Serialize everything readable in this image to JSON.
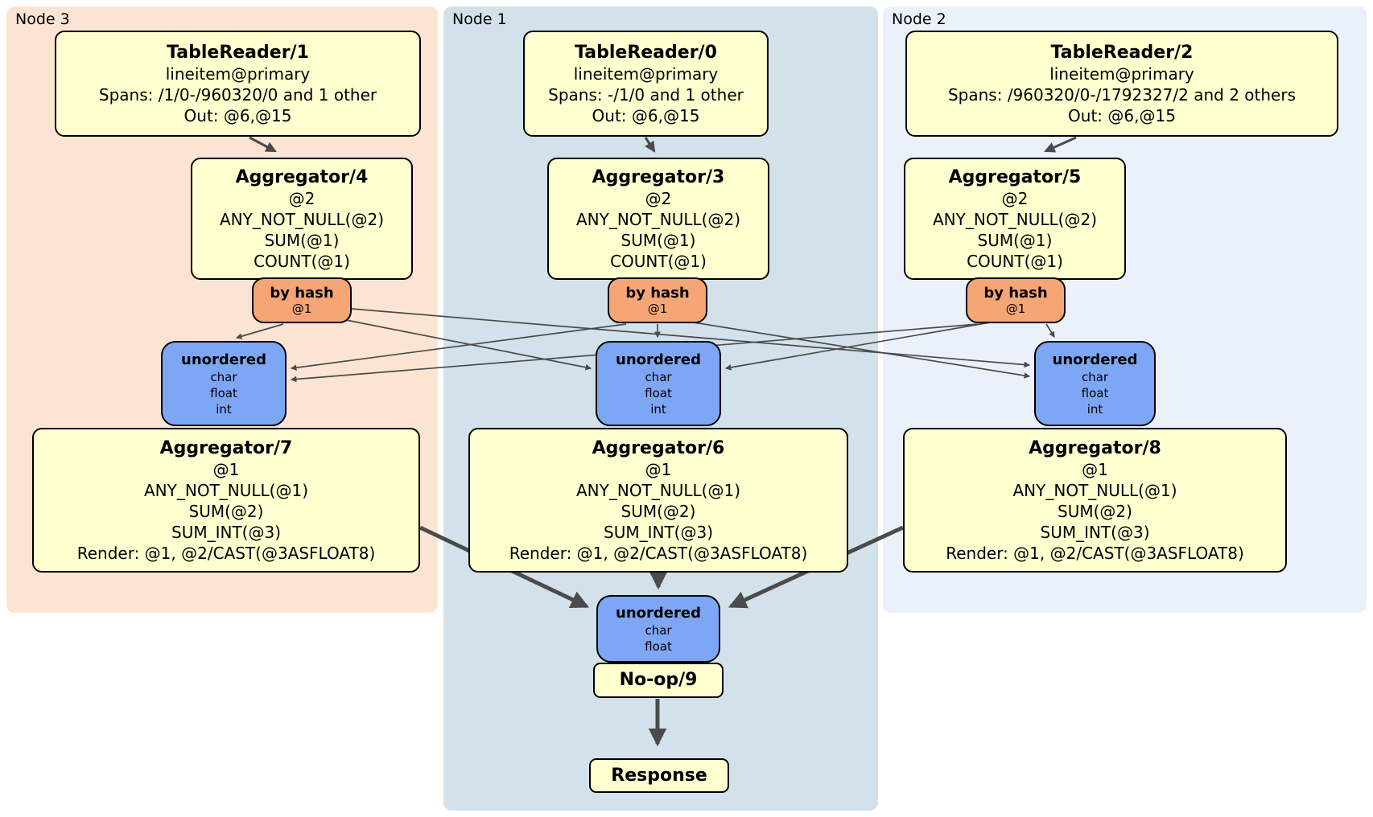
{
  "panels": [
    {
      "id": "node3",
      "label": "Node 3"
    },
    {
      "id": "node1",
      "label": "Node 1"
    },
    {
      "id": "node2",
      "label": "Node 2"
    }
  ],
  "boxes": {
    "tr1": {
      "title": "TableReader/1",
      "lines": [
        "lineitem@primary",
        "Spans: /1/0-/960320/0 and 1 other",
        "Out: @6,@15"
      ]
    },
    "tr0": {
      "title": "TableReader/0",
      "lines": [
        "lineitem@primary",
        "Spans: -/1/0 and 1 other",
        "Out: @6,@15"
      ]
    },
    "tr2": {
      "title": "TableReader/2",
      "lines": [
        "lineitem@primary",
        "Spans: /960320/0-/1792327/2 and 2 others",
        "Out: @6,@15"
      ]
    },
    "agg4": {
      "title": "Aggregator/4",
      "lines": [
        "@2",
        "ANY_NOT_NULL(@2)",
        "SUM(@1)",
        "COUNT(@1)"
      ]
    },
    "agg3": {
      "title": "Aggregator/3",
      "lines": [
        "@2",
        "ANY_NOT_NULL(@2)",
        "SUM(@1)",
        "COUNT(@1)"
      ]
    },
    "agg5": {
      "title": "Aggregator/5",
      "lines": [
        "@2",
        "ANY_NOT_NULL(@2)",
        "SUM(@1)",
        "COUNT(@1)"
      ]
    },
    "router3": {
      "title": "by hash",
      "sub": "@1"
    },
    "router1": {
      "title": "by hash",
      "sub": "@1"
    },
    "router2": {
      "title": "by hash",
      "sub": "@1"
    },
    "sync3": {
      "title": "unordered",
      "lines": [
        "char",
        "float",
        "int"
      ]
    },
    "sync1": {
      "title": "unordered",
      "lines": [
        "char",
        "float",
        "int"
      ]
    },
    "sync2": {
      "title": "unordered",
      "lines": [
        "char",
        "float",
        "int"
      ]
    },
    "agg7": {
      "title": "Aggregator/7",
      "lines": [
        "@1",
        "ANY_NOT_NULL(@1)",
        "SUM(@2)",
        "SUM_INT(@3)",
        "Render: @1, @2/CAST(@3ASFLOAT8)"
      ]
    },
    "agg6": {
      "title": "Aggregator/6",
      "lines": [
        "@1",
        "ANY_NOT_NULL(@1)",
        "SUM(@2)",
        "SUM_INT(@3)",
        "Render: @1, @2/CAST(@3ASFLOAT8)"
      ]
    },
    "agg8": {
      "title": "Aggregator/8",
      "lines": [
        "@1",
        "ANY_NOT_NULL(@1)",
        "SUM(@2)",
        "SUM_INT(@3)",
        "Render: @1, @2/CAST(@3ASFLOAT8)"
      ]
    },
    "syncFinal": {
      "title": "unordered",
      "lines": [
        "char",
        "float"
      ]
    },
    "noop": {
      "title": "No-op/9"
    },
    "response": {
      "title": "Response"
    }
  },
  "colors": {
    "panel_node3": "#fce4d4",
    "panel_node1": "#d3e1ea",
    "panel_node2": "#eaf1fb",
    "processor_yellow": "#ffffd0",
    "hash_router_orange": "#f6a674",
    "sync_blue": "#7da7f5",
    "edge_gray": "#4b4b4b",
    "border_black": "#000000"
  }
}
